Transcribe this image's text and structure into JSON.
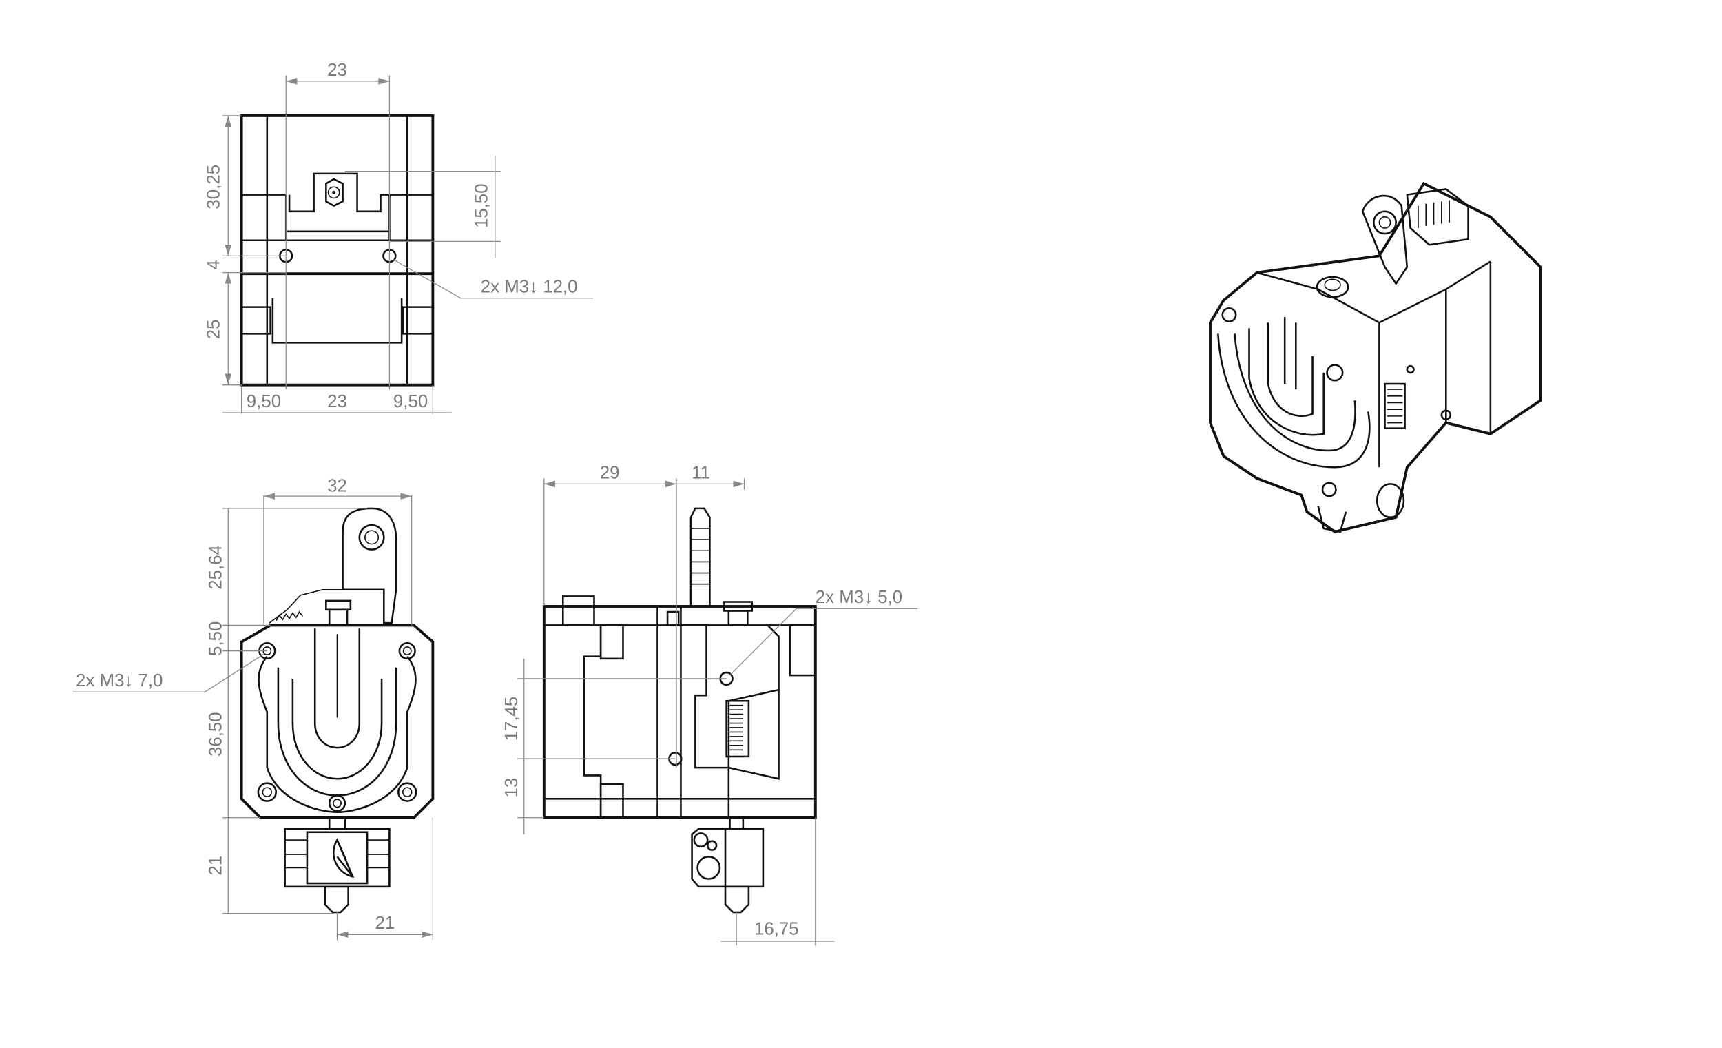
{
  "top_view": {
    "dims": {
      "top_width": "23",
      "height_upper": "30,25",
      "height_gap": "4",
      "height_lower": "25",
      "inlet_height": "15,50",
      "bottom_left": "9,50",
      "bottom_mid": "23",
      "bottom_right": "9,50"
    },
    "callout": "2x M3↓ 12,0"
  },
  "front_view": {
    "dims": {
      "width": "32",
      "lever_height": "25,64",
      "hole_offset": "5,50",
      "body_height": "36,50",
      "hotend_height": "21",
      "hotend_offset": "21"
    },
    "callout": "2x M3↓ 7,0"
  },
  "side_view": {
    "dims": {
      "depth_left": "29",
      "depth_right": "11",
      "hole_spacing": "17,45",
      "hole_bottom": "13",
      "nozzle_offset": "16,75"
    },
    "callout": "2x M3↓ 5,0"
  },
  "colors": {
    "line": "#111111",
    "dimension": "#8a8a8a",
    "background": "#ffffff"
  }
}
